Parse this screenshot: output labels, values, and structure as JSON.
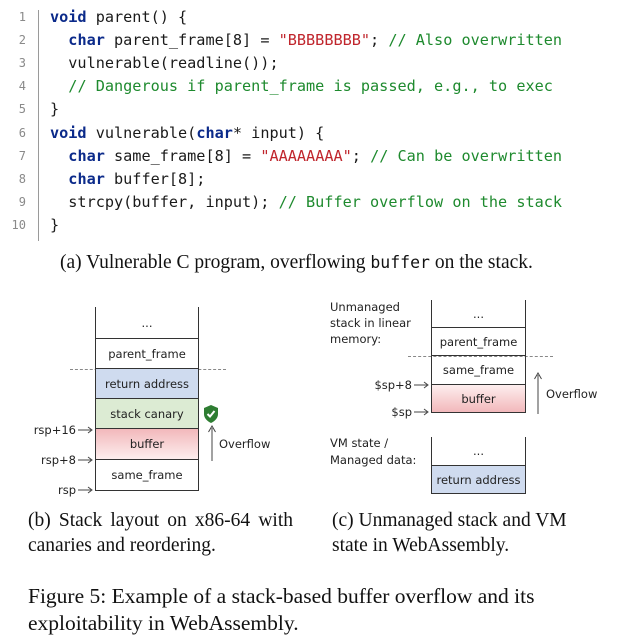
{
  "code": {
    "line_numbers": [
      "1",
      "2",
      "3",
      "4",
      "5",
      "6",
      "7",
      "8",
      "9",
      "10"
    ],
    "lines": [
      [
        {
          "t": "void",
          "c": "kw"
        },
        {
          "t": " parent() {",
          "c": ""
        }
      ],
      [
        {
          "t": "  ",
          "c": ""
        },
        {
          "t": "char",
          "c": "kw"
        },
        {
          "t": " parent_frame[8] = ",
          "c": ""
        },
        {
          "t": "\"BBBBBBBB\"",
          "c": "str"
        },
        {
          "t": "; ",
          "c": ""
        },
        {
          "t": "// Also overwritten",
          "c": "cmt"
        }
      ],
      [
        {
          "t": "  vulnerable(readline());",
          "c": ""
        }
      ],
      [
        {
          "t": "  ",
          "c": ""
        },
        {
          "t": "// Dangerous if parent_frame is passed, e.g., to exec",
          "c": "cmt"
        }
      ],
      [
        {
          "t": "}",
          "c": ""
        }
      ],
      [
        {
          "t": "void",
          "c": "kw"
        },
        {
          "t": " vulnerable(",
          "c": ""
        },
        {
          "t": "char",
          "c": "kw"
        },
        {
          "t": "* input) {",
          "c": ""
        }
      ],
      [
        {
          "t": "  ",
          "c": ""
        },
        {
          "t": "char",
          "c": "kw"
        },
        {
          "t": " same_frame[8] = ",
          "c": ""
        },
        {
          "t": "\"AAAAAAAA\"",
          "c": "str"
        },
        {
          "t": "; ",
          "c": ""
        },
        {
          "t": "// Can be overwritten",
          "c": "cmt"
        }
      ],
      [
        {
          "t": "  ",
          "c": ""
        },
        {
          "t": "char",
          "c": "kw"
        },
        {
          "t": " buffer[8];",
          "c": ""
        }
      ],
      [
        {
          "t": "  strcpy(buffer, input); ",
          "c": ""
        },
        {
          "t": "// Buffer overflow on the stack",
          "c": "cmt"
        }
      ],
      [
        {
          "t": "}",
          "c": ""
        }
      ]
    ]
  },
  "captions": {
    "a_prefix": "(a) Vulnerable C program, overflowing ",
    "a_code": "buffer",
    "a_suffix": " on the stack.",
    "b": "(b) Stack layout on x86-64 with canaries and reordering.",
    "c": "(c) Unmanaged stack and VM state in WebAssembly.",
    "figure": "Figure 5: Example of a stack-based buffer overflow and its exploitability in WebAssembly."
  },
  "diagram_b": {
    "cells": {
      "ellipsis": "...",
      "parent_frame": "parent_frame",
      "return_address": "return address",
      "stack_canary": "stack canary",
      "buffer": "buffer",
      "same_frame": "same_frame"
    },
    "registers": {
      "rsp16": "rsp+16",
      "rsp8": "rsp+8",
      "rsp": "rsp"
    },
    "overflow_label": "Overflow",
    "shield_icon": "shield-check-icon"
  },
  "diagram_c": {
    "unmanaged_label": [
      "Unmanaged",
      "stack in linear",
      "memory:"
    ],
    "cells": {
      "ellipsis": "...",
      "parent_frame": "parent_frame",
      "same_frame": "same_frame",
      "buffer": "buffer"
    },
    "registers": {
      "sp8": "$sp+8",
      "sp": "$sp"
    },
    "overflow_label": "Overflow",
    "vm_label": [
      "VM state /",
      "Managed data:"
    ],
    "vm_cells": {
      "ellipsis": "...",
      "return_address": "return address"
    }
  },
  "colors": {
    "blue_cell": "#cfdbef",
    "green_cell": "#dcebd3",
    "buffer_gradient_top": "#f2b8bb",
    "shield": "#2e7d32",
    "keyword": "#0b2a8a",
    "string": "#c0262d",
    "comment": "#1e8a2e"
  }
}
